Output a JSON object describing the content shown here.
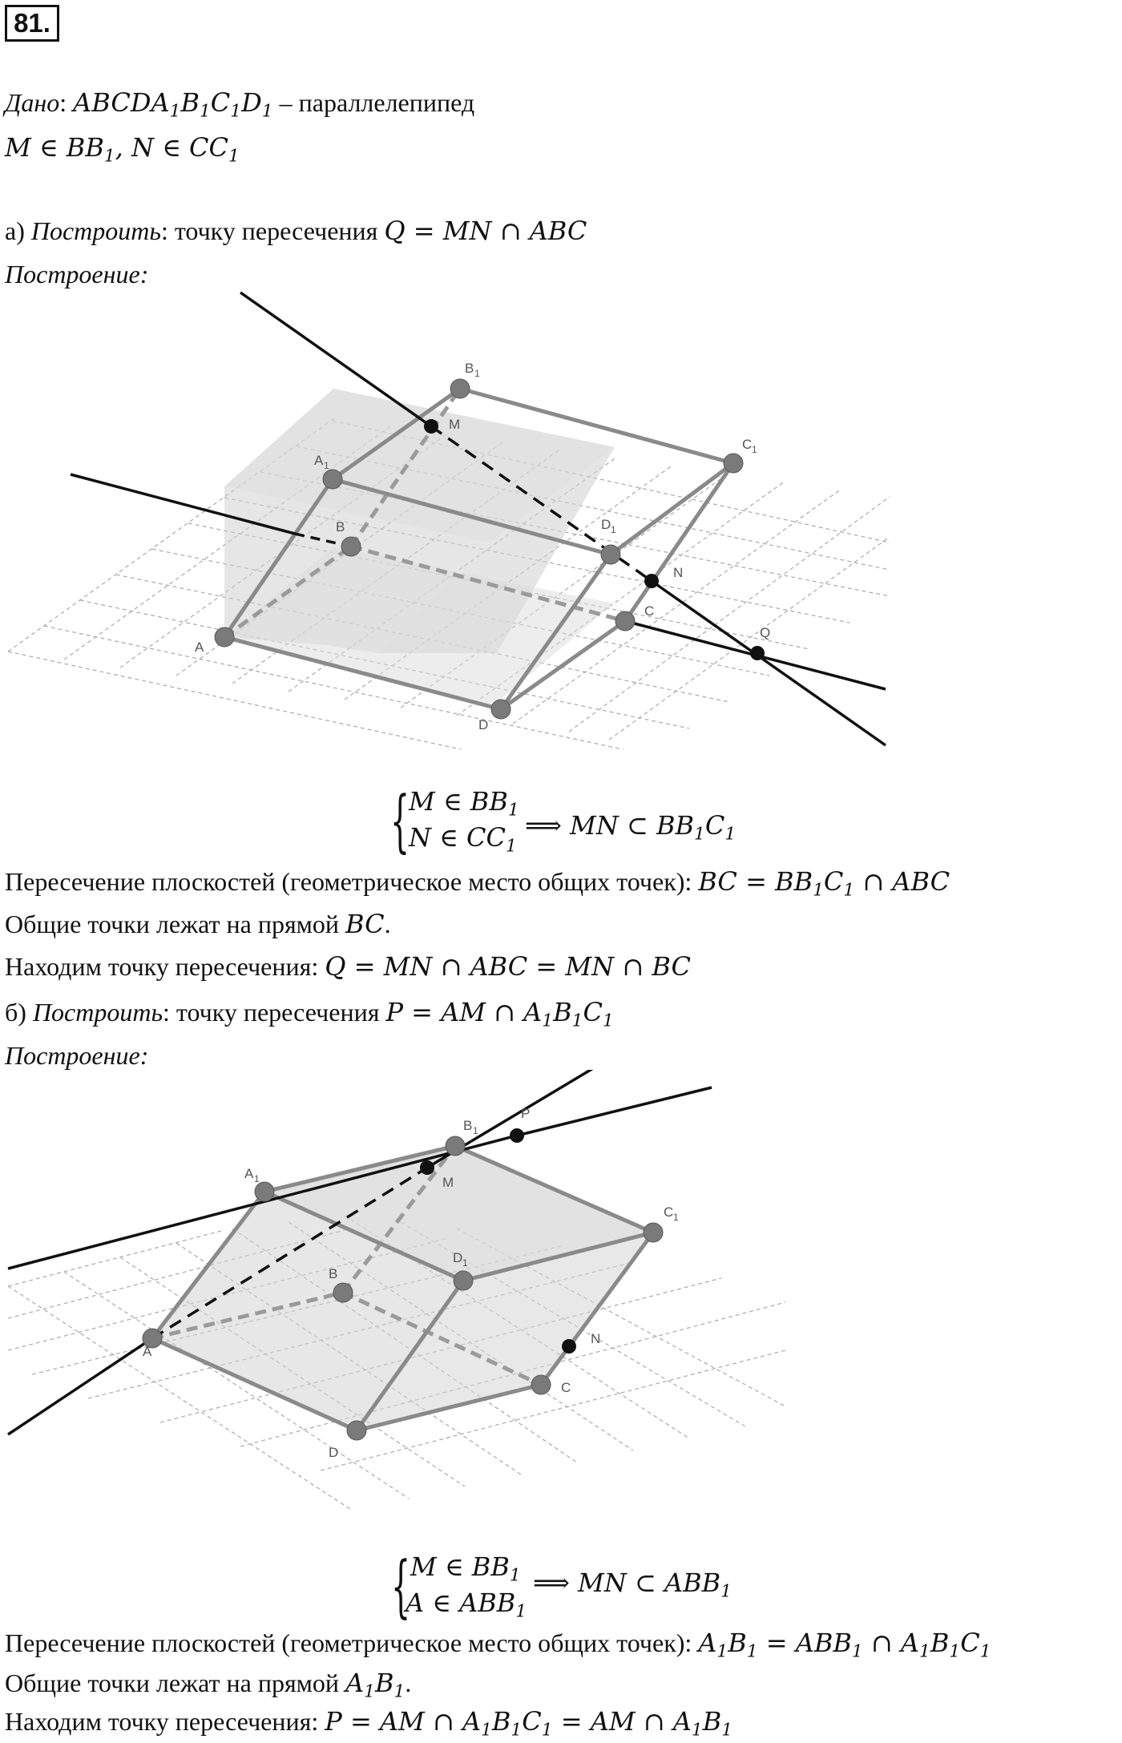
{
  "problem_number": "81.",
  "given": {
    "label": "Дано",
    "solid": [
      "ABCDA",
      "1",
      "B",
      "1",
      "C",
      "1",
      "D",
      "1"
    ],
    "description": " – параллелепипед",
    "conditions": [
      "M ∈ BB",
      "1",
      ",  N ∈ CC",
      "1"
    ]
  },
  "part_a": {
    "prefix": "а) ",
    "task_label": "Построить",
    "task_text": ": точку пересечения ",
    "task_formula": "Q = MN ∩ ABC",
    "construction_label": "Построение",
    "system": {
      "line1": [
        "M ∈ BB",
        "1"
      ],
      "line2": [
        "N ∈ CC",
        "1"
      ],
      "conclusion": [
        "⟹ MN ⊂ BB",
        "1",
        "C",
        "1"
      ]
    },
    "intersection_text": "Пересечение плоскостей (геометрическое место общих точек): ",
    "intersection_formula": [
      "BC = BB",
      "1",
      "C",
      "1",
      " ∩ ABC"
    ],
    "common_text": "Общие точки лежат на прямой ",
    "common_line": "BC",
    "find_text": "Находим точку пересечения: ",
    "find_formula": "Q = MN ∩ ABC = MN ∩ BC"
  },
  "part_b": {
    "prefix": "б) ",
    "task_label": "Построить",
    "task_text": ": точку пересечения ",
    "task_formula": [
      "P = AM ∩ A",
      "1",
      "B",
      "1",
      "C",
      "1"
    ],
    "construction_label": "Построение",
    "system": {
      "line1": [
        "M ∈ BB",
        "1"
      ],
      "line2": [
        "A ∈ ABB",
        "1"
      ],
      "conclusion": [
        "⟹ MN ⊂ ABB",
        "1"
      ]
    },
    "intersection_text": "Пересечение плоскостей (геометрическое место общих точек): ",
    "intersection_formula": [
      "A",
      "1",
      "B",
      "1",
      " = ABB",
      "1",
      " ∩ A",
      "1",
      "B",
      "1",
      "C",
      "1"
    ],
    "common_text": "Общие точки лежат на прямой ",
    "common_line": [
      "A",
      "1",
      "B",
      "1"
    ],
    "find_text": "Находим точку пересечения: ",
    "find_formula": [
      "P = AM ∩ A",
      "1",
      "B",
      "1",
      "C",
      "1",
      " = AM ∩ A",
      "1",
      "B",
      "1"
    ]
  },
  "figure_a_labels": {
    "A": "A",
    "B": "B",
    "C": "C",
    "D": "D",
    "A1": "A",
    "B1": "B",
    "C1": "C",
    "D1": "D",
    "sub": "1",
    "M": "M",
    "N": "N",
    "Q": "Q"
  },
  "figure_b_labels": {
    "A": "A",
    "B": "B",
    "C": "C",
    "D": "D",
    "A1": "A",
    "B1": "B",
    "C1": "C",
    "D1": "D",
    "sub": "1",
    "M": "M",
    "N": "N",
    "P": "P"
  },
  "colors": {
    "text": "#111111",
    "face_fill": "#d8d8d8",
    "edge": "#8a8a8a",
    "vertex": "#7a7a7a",
    "line": "#111111",
    "grid": "#b0b0b0"
  }
}
